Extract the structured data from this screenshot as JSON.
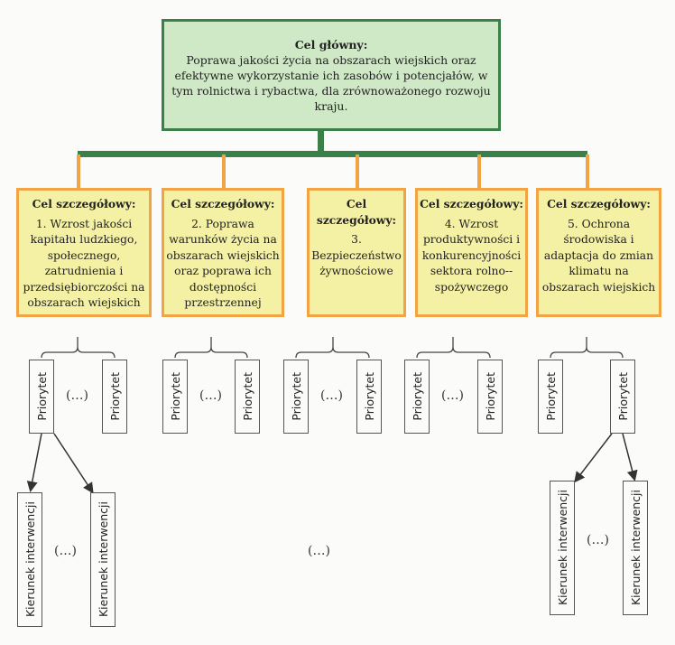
{
  "main_goal": {
    "title": "Cel główny:",
    "text": "Poprawa jakości życia na obszarach wiejskich oraz efektywne wykorzystanie ich zasobów i potencjałów, w tym rolnictwa i rybactwa, dla zrównoważonego rozwoju kraju."
  },
  "specific_goals": [
    {
      "title": "Cel szczegółowy:",
      "text": "1. Wzrost jakości kapitału ludzkiego, społecznego, zatrudnienia i przedsiębiorczości na obszarach wiejskich"
    },
    {
      "title": "Cel szczegółowy:",
      "text": "2. Poprawa warunków życia na obszarach wiejskich oraz poprawa ich dostępności przestrzennej"
    },
    {
      "title": "Cel szczegółowy:",
      "text": "3. Bezpieczeństwo żywnościowe"
    },
    {
      "title": "Cel szczegółowy:",
      "text": "4. Wzrost produktywności i konkurencyjności sektora rolno--spożywczego"
    },
    {
      "title": "Cel szczegółowy:",
      "text": "5. Ochrona środowiska i adaptacja do zmian klimatu na obszarach wiejskich"
    }
  ],
  "priority_label": "Priorytet",
  "intervention_label": "Kierunek interwencji",
  "ellipsis": "(…)"
}
